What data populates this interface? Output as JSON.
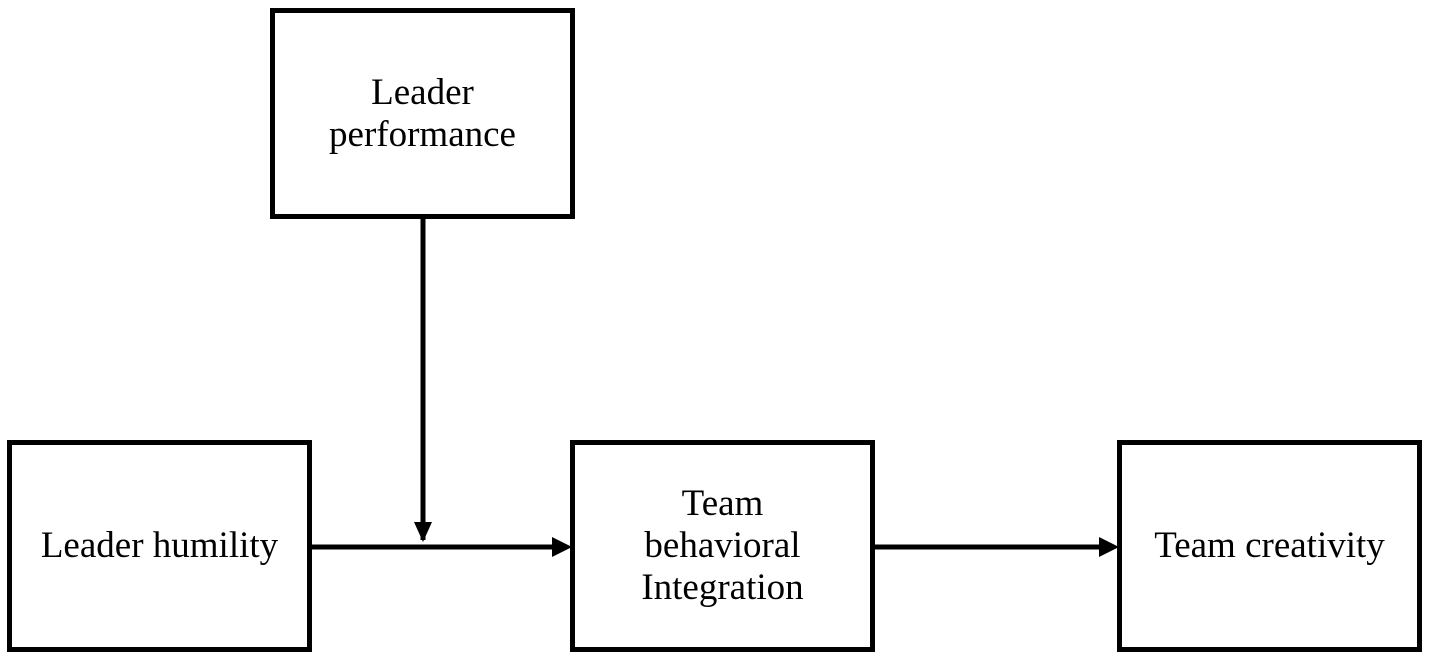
{
  "nodes": {
    "leader_performance": {
      "lines": [
        "Leader",
        "performance"
      ]
    },
    "leader_humility": {
      "lines": [
        "Leader humility"
      ]
    },
    "team_behavioral_integration": {
      "lines": [
        "Team",
        "behavioral",
        "Integration"
      ]
    },
    "team_creativity": {
      "lines": [
        "Team creativity"
      ]
    }
  },
  "edges": [
    {
      "from": "Leader humility",
      "to": "Team behavioral Integration"
    },
    {
      "from": "Team behavioral Integration",
      "to": "Team creativity"
    },
    {
      "from": "Leader performance",
      "to": "Leader humility → Team behavioral Integration path"
    }
  ],
  "colors": {
    "stroke": "#000000",
    "background": "#ffffff"
  }
}
